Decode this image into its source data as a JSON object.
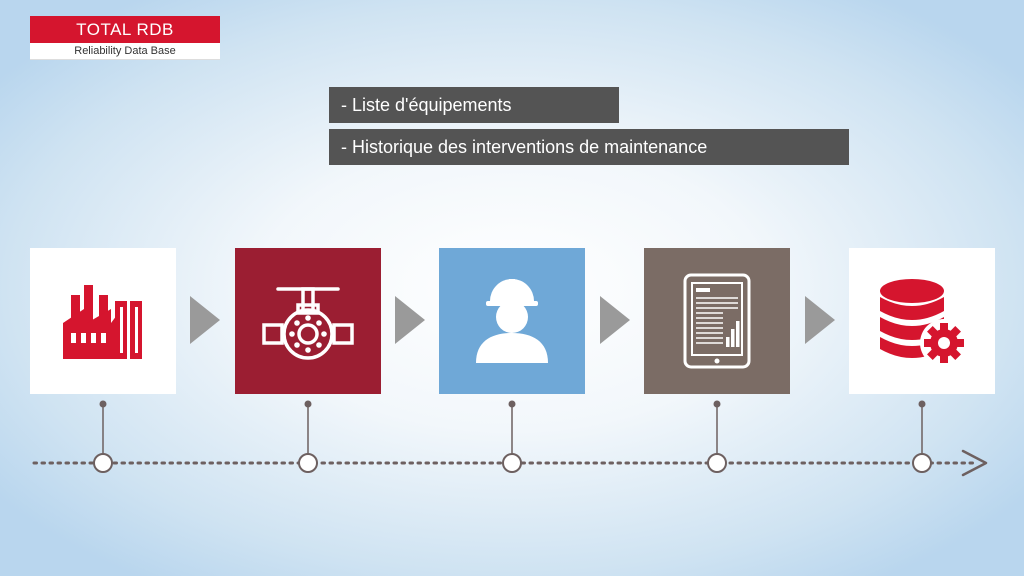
{
  "logo": {
    "title": "TOTAL RDB",
    "subtitle": "Reliability Data Base"
  },
  "captions": [
    "- Liste d'équipements",
    "- Historique des interventions de maintenance"
  ],
  "steps": [
    {
      "icon": "factory-icon",
      "tile_color": "#ffffff",
      "icon_color": "#d5152e"
    },
    {
      "icon": "valve-icon",
      "tile_color": "#9b1e32",
      "icon_color": "#ffffff"
    },
    {
      "icon": "worker-helmet-icon",
      "tile_color": "#6fa8d7",
      "icon_color": "#ffffff"
    },
    {
      "icon": "tablet-report-icon",
      "tile_color": "#7b6c65",
      "icon_color": "#ffffff"
    },
    {
      "icon": "database-gear-icon",
      "tile_color": "#ffffff",
      "icon_color": "#d5152e"
    }
  ],
  "colors": {
    "brand_red": "#d5152e",
    "caption_bg": "#545454",
    "arrow": "#9a9a9a",
    "timeline": "#6d6060"
  }
}
